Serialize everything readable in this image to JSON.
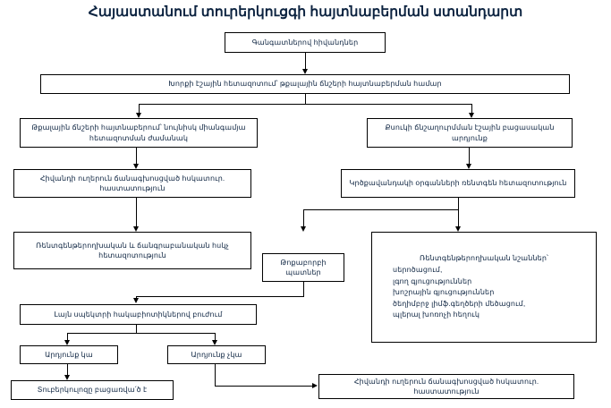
{
  "title": "Հայաստանում տուրերկուցգի հայտնաբերման ստանդարտ",
  "nodes": {
    "n1": "Գանգատներով հիվանդներ",
    "n2": "Խորքի էշային հետազոտում՝ թքալային ճնշերի հայտնաբերման համար",
    "n3": "Թքալային ճնշերի հայտնաբերում՝ նույնիսկ միանգամյա հետազոտման ժամանակ",
    "n4": "Քսուկի ճնշաղուրմման էշային բացասական արդյունք",
    "n5": "Հիվանդի ուղերուն ճանագխոսցված հսկատուր. հաստատություն",
    "n6": "Կրծքավանդակի օրգանների ռենտգեն հետազոտություն",
    "n7": "Ռենտգենթերողխական և ճանգրաբանական հսկչ հետազոտություն",
    "n8": "Թոքաբորբի պատներ",
    "n9": "Ռենտգենթերողխական նշաններ՝",
    "n9_bullets": [
      "սերոծացում,",
      "լգող գյուցություններ",
      "խոշրային գյուցություններ",
      "ծեղիմբրջ լիմֆ.գեղծերի մեծացում,",
      "պլերալ խոռոչի հեղուկ"
    ],
    "n10": "Լայն սպեկտրի հակաբիոտիկներով բուժում",
    "n11": "Արդյունք կա",
    "n12": "Արդյունք չկա",
    "n13": "Հիվանդի ուղերուն ճանագխոսցված հսկատուր. հաստատություն",
    "n14": "Տուբերկուլոզը բացառվա՛ծ է"
  }
}
